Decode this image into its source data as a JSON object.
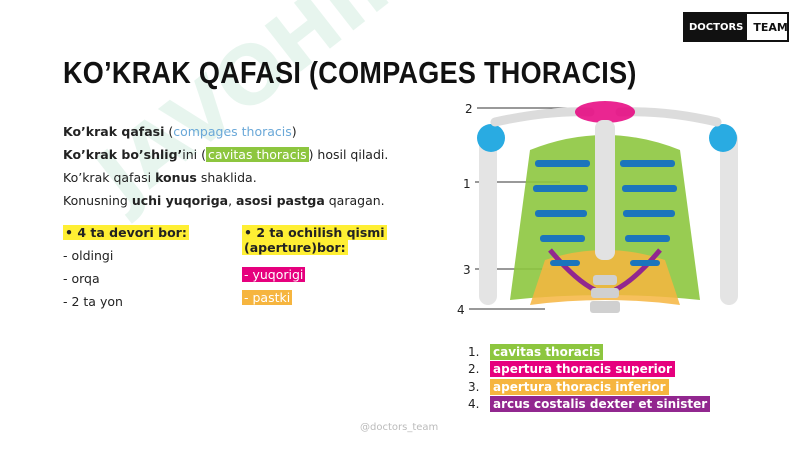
{
  "logo": {
    "left": "DOCTORS",
    "right": "TEAM"
  },
  "title": "KO’KRAK QAFASI (COMPAGES THORACIS)",
  "lines": {
    "l1_bold": "Ko’krak qafasi",
    "l1_paren_open": " (",
    "l1_latin": "compages thoracis",
    "l1_paren_close": ")",
    "l2_bold": "Ko’krak bo’shlig’",
    "l2_text": "ini (",
    "l2_latin": "cavitas thoracis",
    "l2_end": ") hosil qiladi.",
    "l3_text": "Ko’krak qafasi ",
    "l3_bold": "konus",
    "l3_end": " shaklida.",
    "l4_text": "Konusning ",
    "l4_bold1": "uchi yuqoriga",
    "l4_comma": ", ",
    "l4_bold2": "asosi pastga",
    "l4_end": " qaragan."
  },
  "walls": {
    "heading": "• 4 ta devori bor:",
    "items": [
      "- oldingi",
      "- orqa",
      "- 2 ta yon"
    ]
  },
  "apertures": {
    "heading_line1": "• 2 ta ochilish qismi",
    "heading_line2": "(aperture)bor:",
    "upper": "- yuqorigi",
    "lower": "- pastki"
  },
  "diagram_labels": {
    "n1": "1",
    "n2": "2",
    "n3": "3",
    "n4": "4"
  },
  "legend": [
    {
      "num": "1.",
      "label": "cavitas thoracis",
      "color": "#8dc63f"
    },
    {
      "num": "2.",
      "label": "apertura thoracis superior",
      "color": "#e6007e"
    },
    {
      "num": "3.",
      "label": "apertura thoracis inferior",
      "color": "#f6b53f"
    },
    {
      "num": "4.",
      "label": "arcus costalis dexter et sinister",
      "color": "#92278f"
    }
  ],
  "colors": {
    "green": "#8dc63f",
    "magenta": "#e6007e",
    "orange": "#f6b53f",
    "purple": "#92278f",
    "blue": "#1b75bc",
    "yellow": "#ffef33"
  },
  "watermark": "@doctors_team",
  "watermark_big": "JAVOHIR"
}
